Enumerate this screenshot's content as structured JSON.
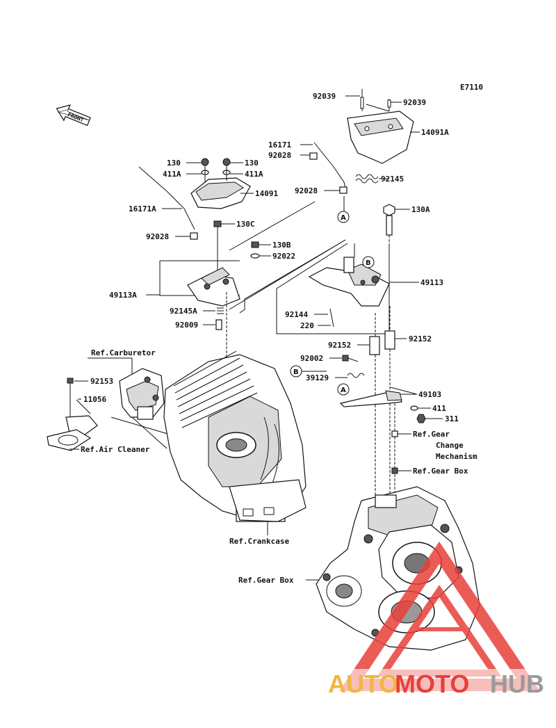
{
  "diagram_code": "E7110",
  "front_label": "FRONT",
  "watermark": {
    "text_a": "AUTO",
    "text_b": "MOTO",
    "text_c": "HUB",
    "color_a": "#f2b640",
    "color_b": "#e8403a",
    "color_c": "#9a9a9a"
  },
  "labels": {
    "p92039_l": "92039",
    "p92039_r": "92039",
    "p14091a": "14091A",
    "p16171_r": "16171",
    "p92028_top": "92028",
    "p92145_top": "92145",
    "p92028_mid": "92028",
    "p130_l": "130",
    "p130_r": "130",
    "p411a_l": "411A",
    "p411a_r": "411A",
    "p14091": "14091",
    "p16171a": "16171A",
    "p130c": "130C",
    "p92028_left": "92028",
    "p130b": "130B",
    "p92022": "92022",
    "p130a": "130A",
    "p49113": "49113",
    "p49113a": "49113A",
    "p92145a": "92145A",
    "p92009": "92009",
    "p92144": "92144",
    "p220": "220",
    "p92152_l": "92152",
    "p92152_r": "92152",
    "p92002": "92002",
    "p39129": "39129",
    "p49103": "49103",
    "p411": "411",
    "p311": "311",
    "p92153": "92153",
    "p11056": "11056",
    "ref_carburetor": "Ref.Carburetor",
    "ref_air_cleaner": "Ref.Air Cleaner",
    "ref_gear_change_1": "Ref.Gear",
    "ref_gear_change_2": "Change",
    "ref_gear_change_3": "Mechanism",
    "ref_gear_box_r": "Ref.Gear Box",
    "ref_crankcase": "Ref.Crankcase",
    "ref_gear_box_l": "Ref.Gear Box"
  },
  "callouts": {
    "a1": "A",
    "a2": "A",
    "b1": "B",
    "b2": "B"
  }
}
